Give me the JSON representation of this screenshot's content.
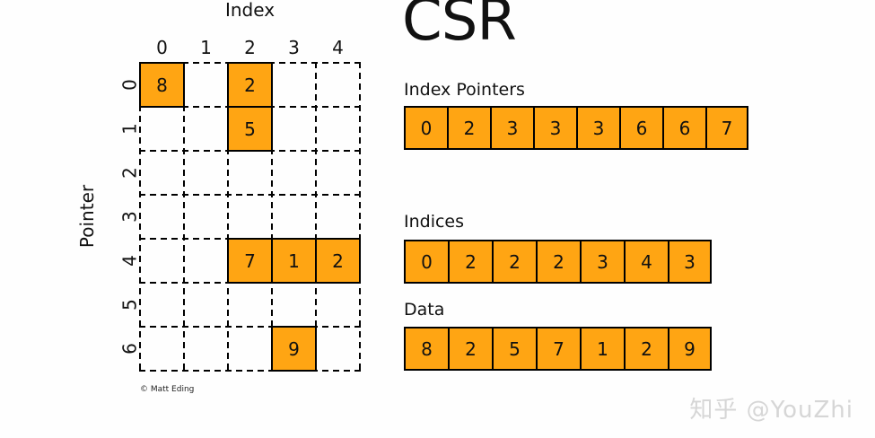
{
  "title": "CSR",
  "credit": "© Matt Eding",
  "watermark": "知乎 @YouZhi",
  "colors": {
    "cell_fill": "#FFA513",
    "cell_border": "#000000",
    "watermark_gray": "#D6D6D6"
  },
  "matrix": {
    "x_axis_label": "Index",
    "y_axis_label": "Pointer",
    "cols": 5,
    "rows": 7,
    "col_labels": [
      "0",
      "1",
      "2",
      "3",
      "4"
    ],
    "row_labels": [
      "0",
      "1",
      "2",
      "3",
      "4",
      "5",
      "6"
    ],
    "filled_cells": [
      {
        "row": 0,
        "col": 0,
        "value": "8"
      },
      {
        "row": 0,
        "col": 2,
        "value": "2"
      },
      {
        "row": 1,
        "col": 2,
        "value": "5"
      },
      {
        "row": 4,
        "col": 2,
        "value": "7"
      },
      {
        "row": 4,
        "col": 3,
        "value": "1"
      },
      {
        "row": 4,
        "col": 4,
        "value": "2"
      },
      {
        "row": 6,
        "col": 3,
        "value": "9"
      }
    ]
  },
  "arrays": [
    {
      "label": "Index Pointers",
      "values": [
        "0",
        "2",
        "3",
        "3",
        "3",
        "6",
        "6",
        "7"
      ]
    },
    {
      "label": "Indices",
      "values": [
        "0",
        "2",
        "2",
        "2",
        "3",
        "4",
        "3"
      ]
    },
    {
      "label": "Data",
      "values": [
        "8",
        "2",
        "5",
        "7",
        "1",
        "2",
        "9"
      ]
    }
  ]
}
